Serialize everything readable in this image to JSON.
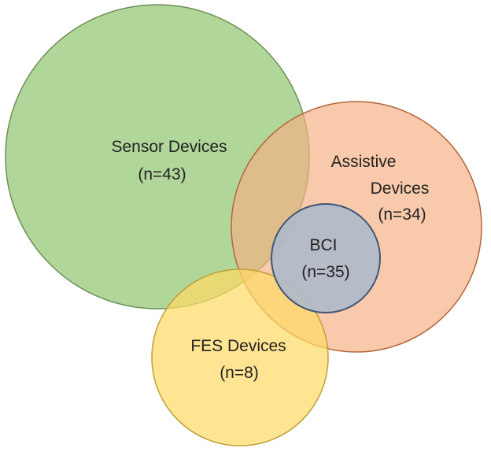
{
  "diagram": {
    "type": "venn",
    "sets": [
      {
        "id": "sensor",
        "name": "Sensor Devices",
        "count": "(n=43)",
        "fill": "#a9d18e",
        "stroke": "#6f8f57"
      },
      {
        "id": "assistive",
        "name_lines": [
          "Assistive",
          "Devices"
        ],
        "count": "(n=34)",
        "fill": "#f4b183",
        "stroke": "#b3653a"
      },
      {
        "id": "fes",
        "name": "FES Devices",
        "count": "(n=8)",
        "fill": "#ffd966",
        "stroke": "#bf9f3a"
      },
      {
        "id": "bci",
        "name": "BCI",
        "count": "(n=35)",
        "fill": "#adb9ca",
        "stroke": "#3f5677"
      }
    ]
  }
}
